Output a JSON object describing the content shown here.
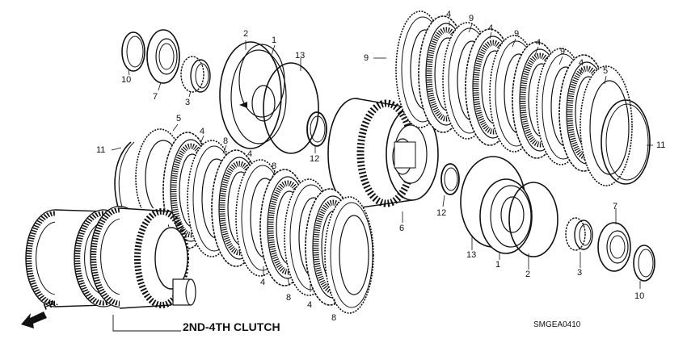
{
  "diagram": {
    "assembly_title": "2ND-4TH CLUTCH",
    "diagram_code": "SMGEA0410",
    "direction_label": "FR."
  },
  "callouts": [
    {
      "id": "c10a",
      "text": "10"
    },
    {
      "id": "c7a",
      "text": "7"
    },
    {
      "id": "c3a",
      "text": "3"
    },
    {
      "id": "c2a",
      "text": "2"
    },
    {
      "id": "c1a",
      "text": "1"
    },
    {
      "id": "c13a",
      "text": "13"
    },
    {
      "id": "c12a",
      "text": "12"
    },
    {
      "id": "c11a",
      "text": "11"
    },
    {
      "id": "c5a",
      "text": "5"
    },
    {
      "id": "c4a",
      "text": "4"
    },
    {
      "id": "c8a",
      "text": "8"
    },
    {
      "id": "c4b",
      "text": "4"
    },
    {
      "id": "c8b",
      "text": "8"
    },
    {
      "id": "c4c",
      "text": "4"
    },
    {
      "id": "c8c",
      "text": "8"
    },
    {
      "id": "c4d",
      "text": "4"
    },
    {
      "id": "c8d",
      "text": "8"
    },
    {
      "id": "c8e",
      "text": "8"
    },
    {
      "id": "c9a",
      "text": "9"
    },
    {
      "id": "c4e",
      "text": "4"
    },
    {
      "id": "c9b",
      "text": "9"
    },
    {
      "id": "c4f",
      "text": "4"
    },
    {
      "id": "c9c",
      "text": "9"
    },
    {
      "id": "c4g",
      "text": "4"
    },
    {
      "id": "c9d",
      "text": "9"
    },
    {
      "id": "c4h",
      "text": "4"
    },
    {
      "id": "c5b",
      "text": "5"
    },
    {
      "id": "c11b",
      "text": "11"
    },
    {
      "id": "c6a",
      "text": "6"
    },
    {
      "id": "c12b",
      "text": "12"
    },
    {
      "id": "c13b",
      "text": "13"
    },
    {
      "id": "c1b",
      "text": "1"
    },
    {
      "id": "c2b",
      "text": "2"
    },
    {
      "id": "c7b",
      "text": "7"
    },
    {
      "id": "c3b",
      "text": "3"
    },
    {
      "id": "c10b",
      "text": "10"
    }
  ]
}
